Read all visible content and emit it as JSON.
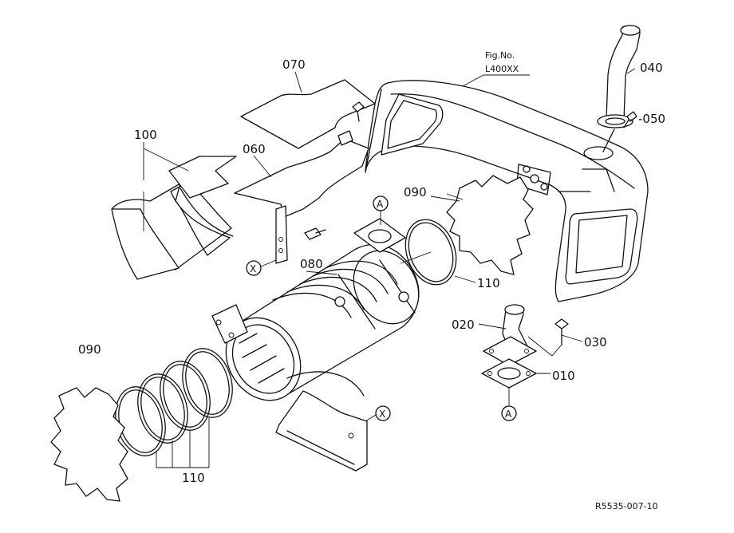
{
  "figure": {
    "fig_no_label": "Fig.No.",
    "fig_no_value": "L400XX",
    "drawing_code": "R5535-007-10"
  },
  "parts": {
    "p010": "010",
    "p020": "020",
    "p030": "030",
    "p040": "040",
    "p050": "-050",
    "p060": "060",
    "p070": "070",
    "p080": "080",
    "p090_left": "090",
    "p090_right": "090",
    "p100": "100",
    "p110_right": "110",
    "p110_bottom": "110"
  },
  "callouts": {
    "a_top": "A",
    "a_bottom": "A",
    "x_left": "X",
    "x_bottom": "X"
  }
}
